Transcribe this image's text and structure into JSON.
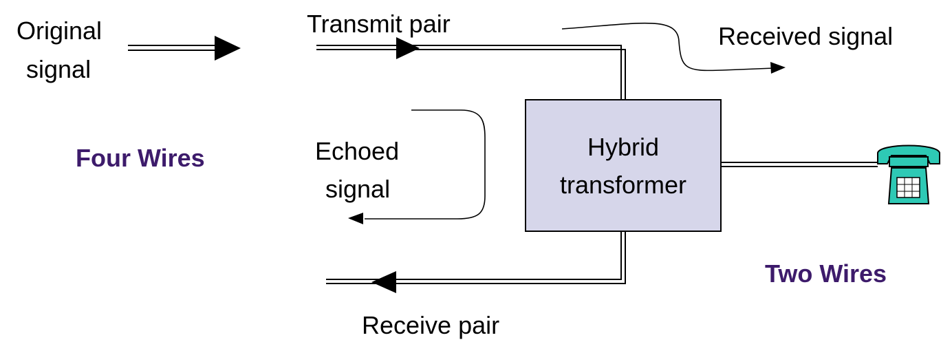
{
  "labels": {
    "original_signal_line1": "Original",
    "original_signal_line2": "signal",
    "transmit_pair": "Transmit pair",
    "received_signal": "Received signal",
    "four_wires": "Four Wires",
    "echoed_signal_line1": "Echoed",
    "echoed_signal_line2": "signal",
    "hybrid_line1": "Hybrid",
    "hybrid_line2": "transformer",
    "two_wires": "Two Wires",
    "receive_pair": "Receive pair"
  },
  "colors": {
    "wires_label": "#3d1b6b",
    "hybrid_fill": "#d6d6ea",
    "phone_fill": "#2ec9b5",
    "line": "#000000"
  },
  "icons": {
    "telephone": "telephone-icon"
  }
}
